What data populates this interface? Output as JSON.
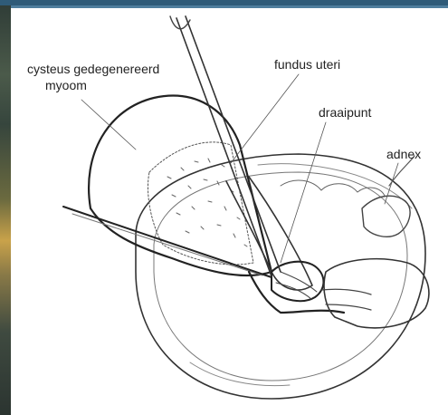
{
  "labels": {
    "myoom_line1": "cysteus gedegenereerd",
    "myoom_line2": "myoom",
    "fundus": "fundus uteri",
    "draaipunt": "draaipunt",
    "adnex": "adnex"
  },
  "colors": {
    "ink": "#222222",
    "top_rule": "#2f5b78"
  }
}
